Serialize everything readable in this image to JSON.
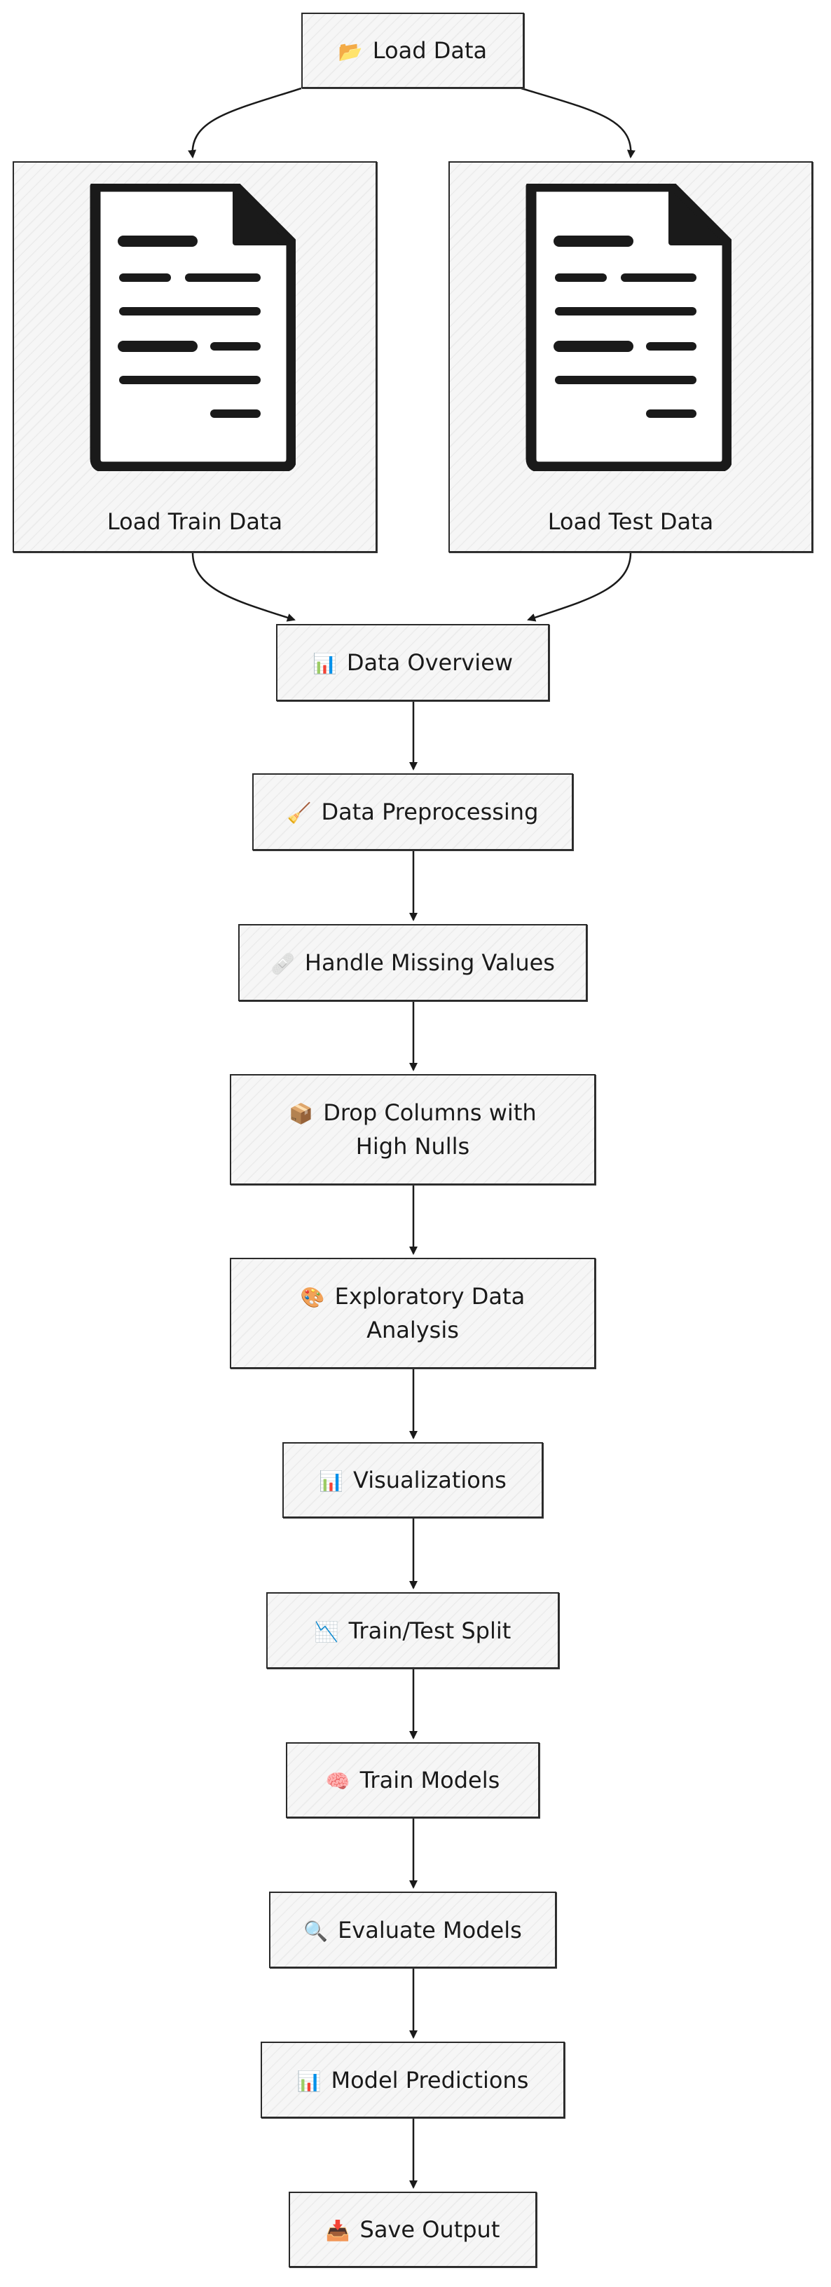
{
  "diagram": {
    "nodes": [
      {
        "id": "load-data",
        "icon": "📂",
        "label": "Load Data"
      },
      {
        "id": "load-train",
        "label": "Load Train Data"
      },
      {
        "id": "load-test",
        "label": "Load Test Data"
      },
      {
        "id": "data-overview",
        "icon": "📊",
        "label": "Data Overview"
      },
      {
        "id": "data-preprocessing",
        "icon": "🧹",
        "label": "Data Preprocessing"
      },
      {
        "id": "handle-missing",
        "icon": "🩹",
        "label": "Handle Missing Values"
      },
      {
        "id": "drop-columns",
        "icon": "📦",
        "label": "Drop Columns with High Nulls"
      },
      {
        "id": "eda",
        "icon": "🎨",
        "label": "Exploratory Data Analysis"
      },
      {
        "id": "visualizations",
        "icon": "📊",
        "label": "Visualizations"
      },
      {
        "id": "train-test-split",
        "icon": "📉",
        "label": "Train/Test Split"
      },
      {
        "id": "train-models",
        "icon": "🧠",
        "label": "Train Models"
      },
      {
        "id": "evaluate-models",
        "icon": "🔍",
        "label": "Evaluate Models"
      },
      {
        "id": "model-predictions",
        "icon": "📊",
        "label": "Model Predictions"
      },
      {
        "id": "save-output",
        "icon": "📥",
        "label": "Save Output"
      }
    ],
    "edges": [
      {
        "from": "load-data",
        "to": "load-train"
      },
      {
        "from": "load-data",
        "to": "load-test"
      },
      {
        "from": "load-train",
        "to": "data-overview"
      },
      {
        "from": "load-test",
        "to": "data-overview"
      },
      {
        "from": "data-overview",
        "to": "data-preprocessing"
      },
      {
        "from": "data-preprocessing",
        "to": "handle-missing"
      },
      {
        "from": "handle-missing",
        "to": "drop-columns"
      },
      {
        "from": "drop-columns",
        "to": "eda"
      },
      {
        "from": "eda",
        "to": "visualizations"
      },
      {
        "from": "visualizations",
        "to": "train-test-split"
      },
      {
        "from": "train-test-split",
        "to": "train-models"
      },
      {
        "from": "train-models",
        "to": "evaluate-models"
      },
      {
        "from": "evaluate-models",
        "to": "model-predictions"
      },
      {
        "from": "model-predictions",
        "to": "save-output"
      }
    ]
  }
}
